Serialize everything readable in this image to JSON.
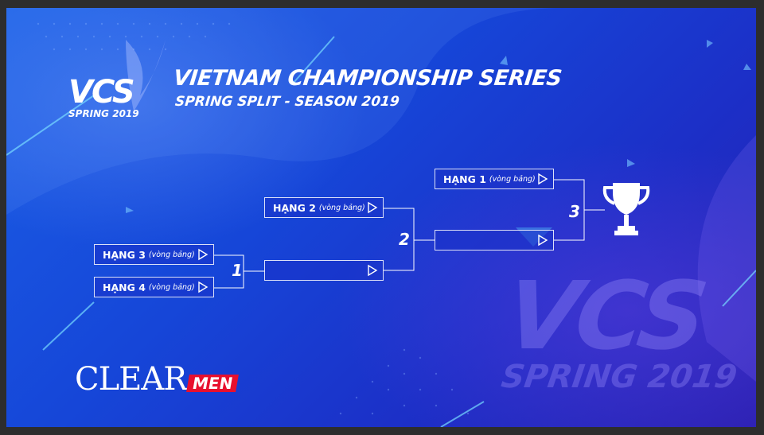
{
  "header": {
    "logo_main": "VCS",
    "logo_sub": "SPRING 2019",
    "title": "VIETNAM CHAMPIONSHIP SERIES",
    "subtitle": "SPRING SPLIT - SEASON 2019"
  },
  "bracket": {
    "seeds": [
      {
        "name": "HẠNG 3",
        "note": "(vòng bảng)"
      },
      {
        "name": "HẠNG 4",
        "note": "(vòng bảng)"
      },
      {
        "name": "HẠNG 2",
        "note": "(vòng bảng)"
      },
      {
        "name": "HẠNG 1",
        "note": "(vòng bảng)"
      }
    ],
    "rounds": [
      "1",
      "2",
      "3"
    ]
  },
  "sponsor": {
    "word1": "CLEAR",
    "word2": "MEN",
    "accent": "#e8102e"
  },
  "watermark": {
    "main": "VCS",
    "sub": "SPRING 2019"
  },
  "colors": {
    "bg_top": "#1a5fe6",
    "bg_bottom": "#2a1fb0",
    "line": "#ffffff"
  },
  "icons": {
    "trophy": "trophy-icon",
    "play": "play-triangle-icon"
  }
}
